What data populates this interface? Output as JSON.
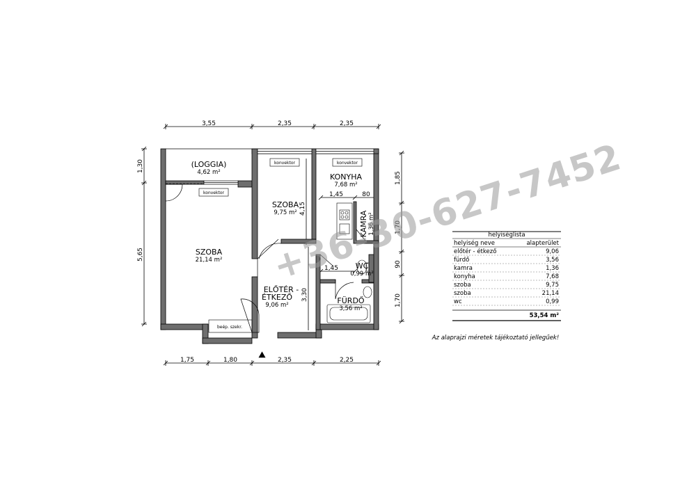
{
  "dimensions": {
    "top": [
      "3,55",
      "2,35",
      "2,35"
    ],
    "bottom": [
      "1,75",
      "1,80",
      "2,35",
      "2,25"
    ],
    "left": [
      "1,30",
      "5,65"
    ],
    "right": [
      "1,85",
      "1,70",
      "90",
      "1,70"
    ],
    "inner": {
      "szoba_height": "4,15",
      "eloter_height": "3,30",
      "konyha_width": "1,45",
      "kamra_width": "80",
      "wc_width": "1,45"
    }
  },
  "rooms": {
    "loggia": {
      "name": "(LOGGIA)",
      "area": "4,62 m²"
    },
    "szoba_big": {
      "name": "SZOBA",
      "area": "21,14 m²"
    },
    "szoba_small": {
      "name": "SZOBA",
      "area": "9,75 m²"
    },
    "konyha": {
      "name": "KONYHA",
      "area": "7,68 m²"
    },
    "kamra": {
      "name": "KAMRA",
      "area": "1,36 m²"
    },
    "wc": {
      "name": "WC",
      "area": "0,99 m²"
    },
    "eloter": {
      "name1": "ELŐTÉR -",
      "name2": "ÉTKEZŐ",
      "area": "9,06 m²"
    },
    "furdo": {
      "name": "FÜRDŐ",
      "area": "3,56 m²"
    }
  },
  "labels": {
    "konvektor": "konvektor",
    "bepitett": "beép. szekr."
  },
  "watermark": "+36-30-627-7452",
  "table": {
    "title": "helyiséglista",
    "col1": "helyiség neve",
    "col2": "alapterület",
    "rows": [
      {
        "name": "előtér - étkező",
        "area": "9,06"
      },
      {
        "name": "fürdő",
        "area": "3,56"
      },
      {
        "name": "kamra",
        "area": "1,36"
      },
      {
        "name": "konyha",
        "area": "7,68"
      },
      {
        "name": "szoba",
        "area": "9,75"
      },
      {
        "name": "szoba",
        "area": "21,14"
      },
      {
        "name": "wc",
        "area": "0,99"
      }
    ],
    "total": "53,54 m²"
  },
  "note": "Az alaprajzi méretek tájékoztató jellegűek!"
}
